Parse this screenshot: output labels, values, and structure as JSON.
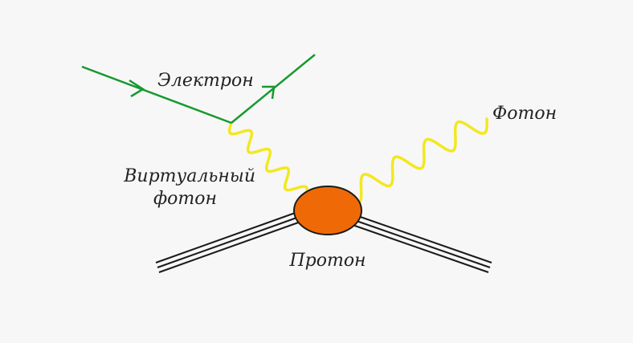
{
  "labels": {
    "electron": "Электрон",
    "photon": "Фотон",
    "virtual_photon_line1": "Виртуальный",
    "virtual_photon_line2": "фотон",
    "proton": "Протон"
  },
  "colors": {
    "background": "#f7f7f7",
    "electron_line": "#17992f",
    "photon_wave": "#f2e81f",
    "proton_blob": "#ef6a06",
    "proton_outline": "#1a1a1a",
    "proton_lines": "#1a1a1a",
    "text": "#222222"
  }
}
